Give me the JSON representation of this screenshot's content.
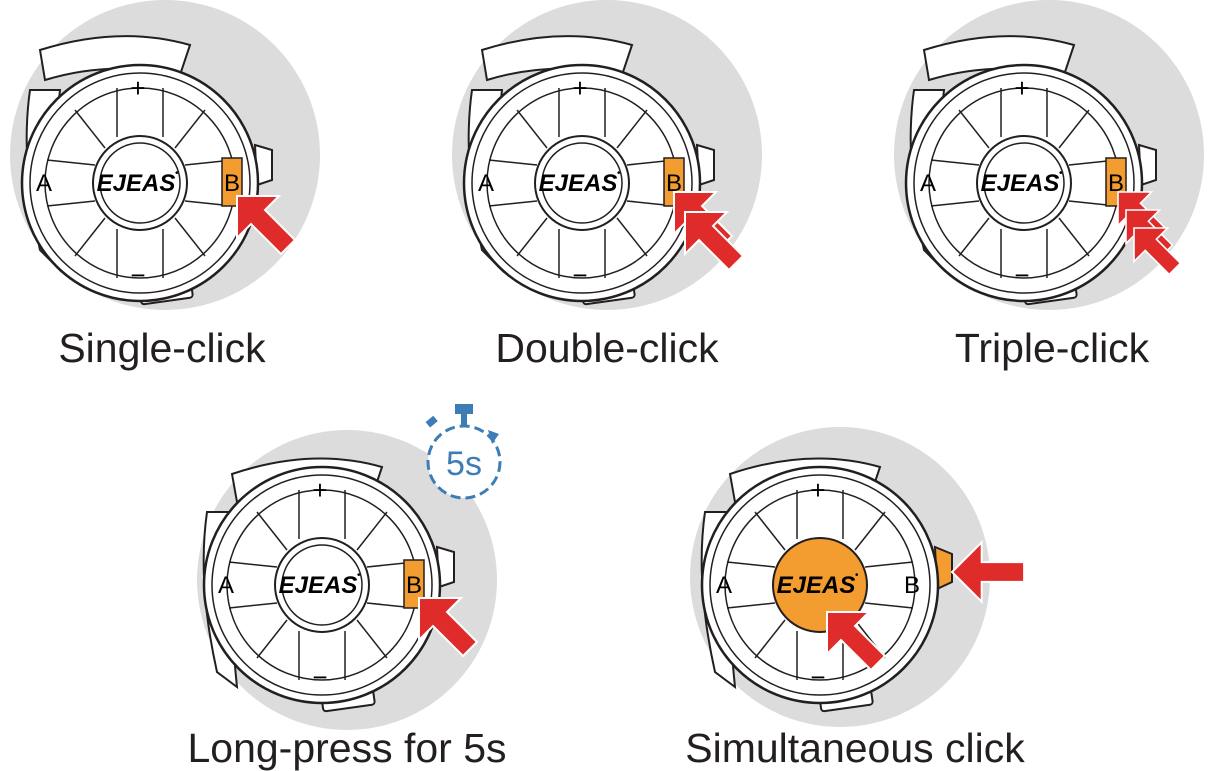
{
  "device": {
    "logo": "EJEAS",
    "logo_mark": "•",
    "button_a": "A",
    "button_b": "B",
    "button_plus": "+",
    "button_minus": "−"
  },
  "colors": {
    "highlight": "#f39c2f",
    "arrow": "#e02b2b",
    "background_disc": "#dcdcdc",
    "line": "#231f20",
    "timer": "#3d7db5"
  },
  "panels": [
    {
      "id": "single",
      "caption": "Single-click",
      "arrows": 1
    },
    {
      "id": "double",
      "caption": "Double-click",
      "arrows": 2
    },
    {
      "id": "triple",
      "caption": "Triple-click",
      "arrows": 3
    },
    {
      "id": "long",
      "caption": "Long-press for 5s",
      "arrows": 1,
      "timer": "5s"
    },
    {
      "id": "simul",
      "caption": "Simultaneous click",
      "arrows": 2
    }
  ]
}
